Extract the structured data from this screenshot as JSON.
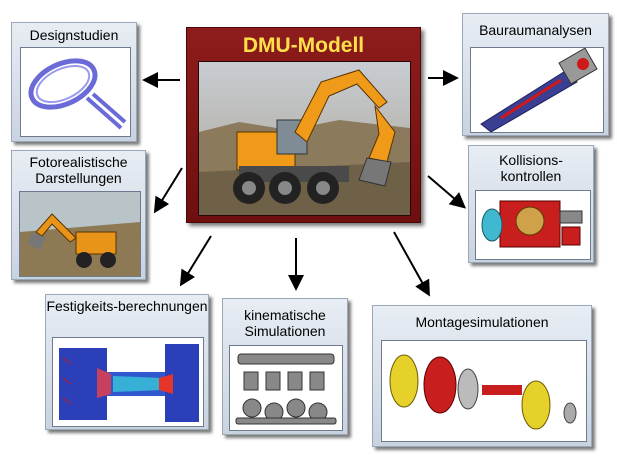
{
  "center": {
    "title": "DMU-Modell",
    "image": "excavator-photo"
  },
  "cards": {
    "designstudien": {
      "label": "Designstudien",
      "image": "tennis-racket-wireframe"
    },
    "fotorealistisch": {
      "label": "Fotorealistische Darstellungen",
      "image": "excavator-render"
    },
    "festigkeit": {
      "label": "Festigkeits-berechnungen",
      "image": "fem-stress-plot"
    },
    "kinematik": {
      "label": "kinematische Simulationen",
      "image": "crankshaft-pistons"
    },
    "montage": {
      "label": "Montagesimulationen",
      "image": "exploded-assembly"
    },
    "bauraum": {
      "label": "Bauraumanalysen",
      "image": "injector-cutaway"
    },
    "kollision": {
      "label": "Kollisions-kontrollen",
      "image": "gearbox-cutaway"
    }
  },
  "colors": {
    "center_bg": "#8e1c1c",
    "title": "#ffe04a",
    "card_bg": "#d6dde8"
  }
}
